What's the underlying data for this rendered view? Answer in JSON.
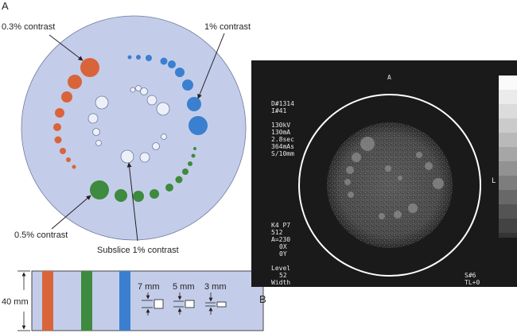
{
  "panel_a": {
    "letter": "A",
    "labels": {
      "contrast_03": "0.3% contrast",
      "contrast_1": "1% contrast",
      "contrast_05": "0.5% contrast",
      "subslice_1": "Subslice 1% contrast"
    },
    "slab": {
      "height_label": "40 mm",
      "sizes": [
        "7 mm",
        "5 mm",
        "3 mm"
      ]
    }
  },
  "panel_b": {
    "letter": "B",
    "scan_text": {
      "top_marker": "A",
      "header": [
        "D#1314",
        "I#41"
      ],
      "params": [
        "130kV",
        "130mA",
        "2.8sec",
        "364mAs",
        "S/10mm"
      ],
      "recon": [
        "K4 P7",
        "512",
        "A=230",
        "0X",
        "0Y"
      ],
      "window": [
        "Level",
        "52",
        "Width"
      ],
      "right_bottom": [
        "S#6",
        "TL+0"
      ],
      "side_marker": "L"
    }
  },
  "colors": {
    "phantom_fill": "#c3cdea",
    "phantom_edge": "#6e7aa0",
    "low_contrast_orange": "#d9643a",
    "high_contrast_blue": "#3b7fd0",
    "mid_contrast_green": "#3e8a3e",
    "subslice_fill": "#eef0f8",
    "slab_fill": "#c3cdea",
    "ct_background": "#1a1a1a"
  }
}
